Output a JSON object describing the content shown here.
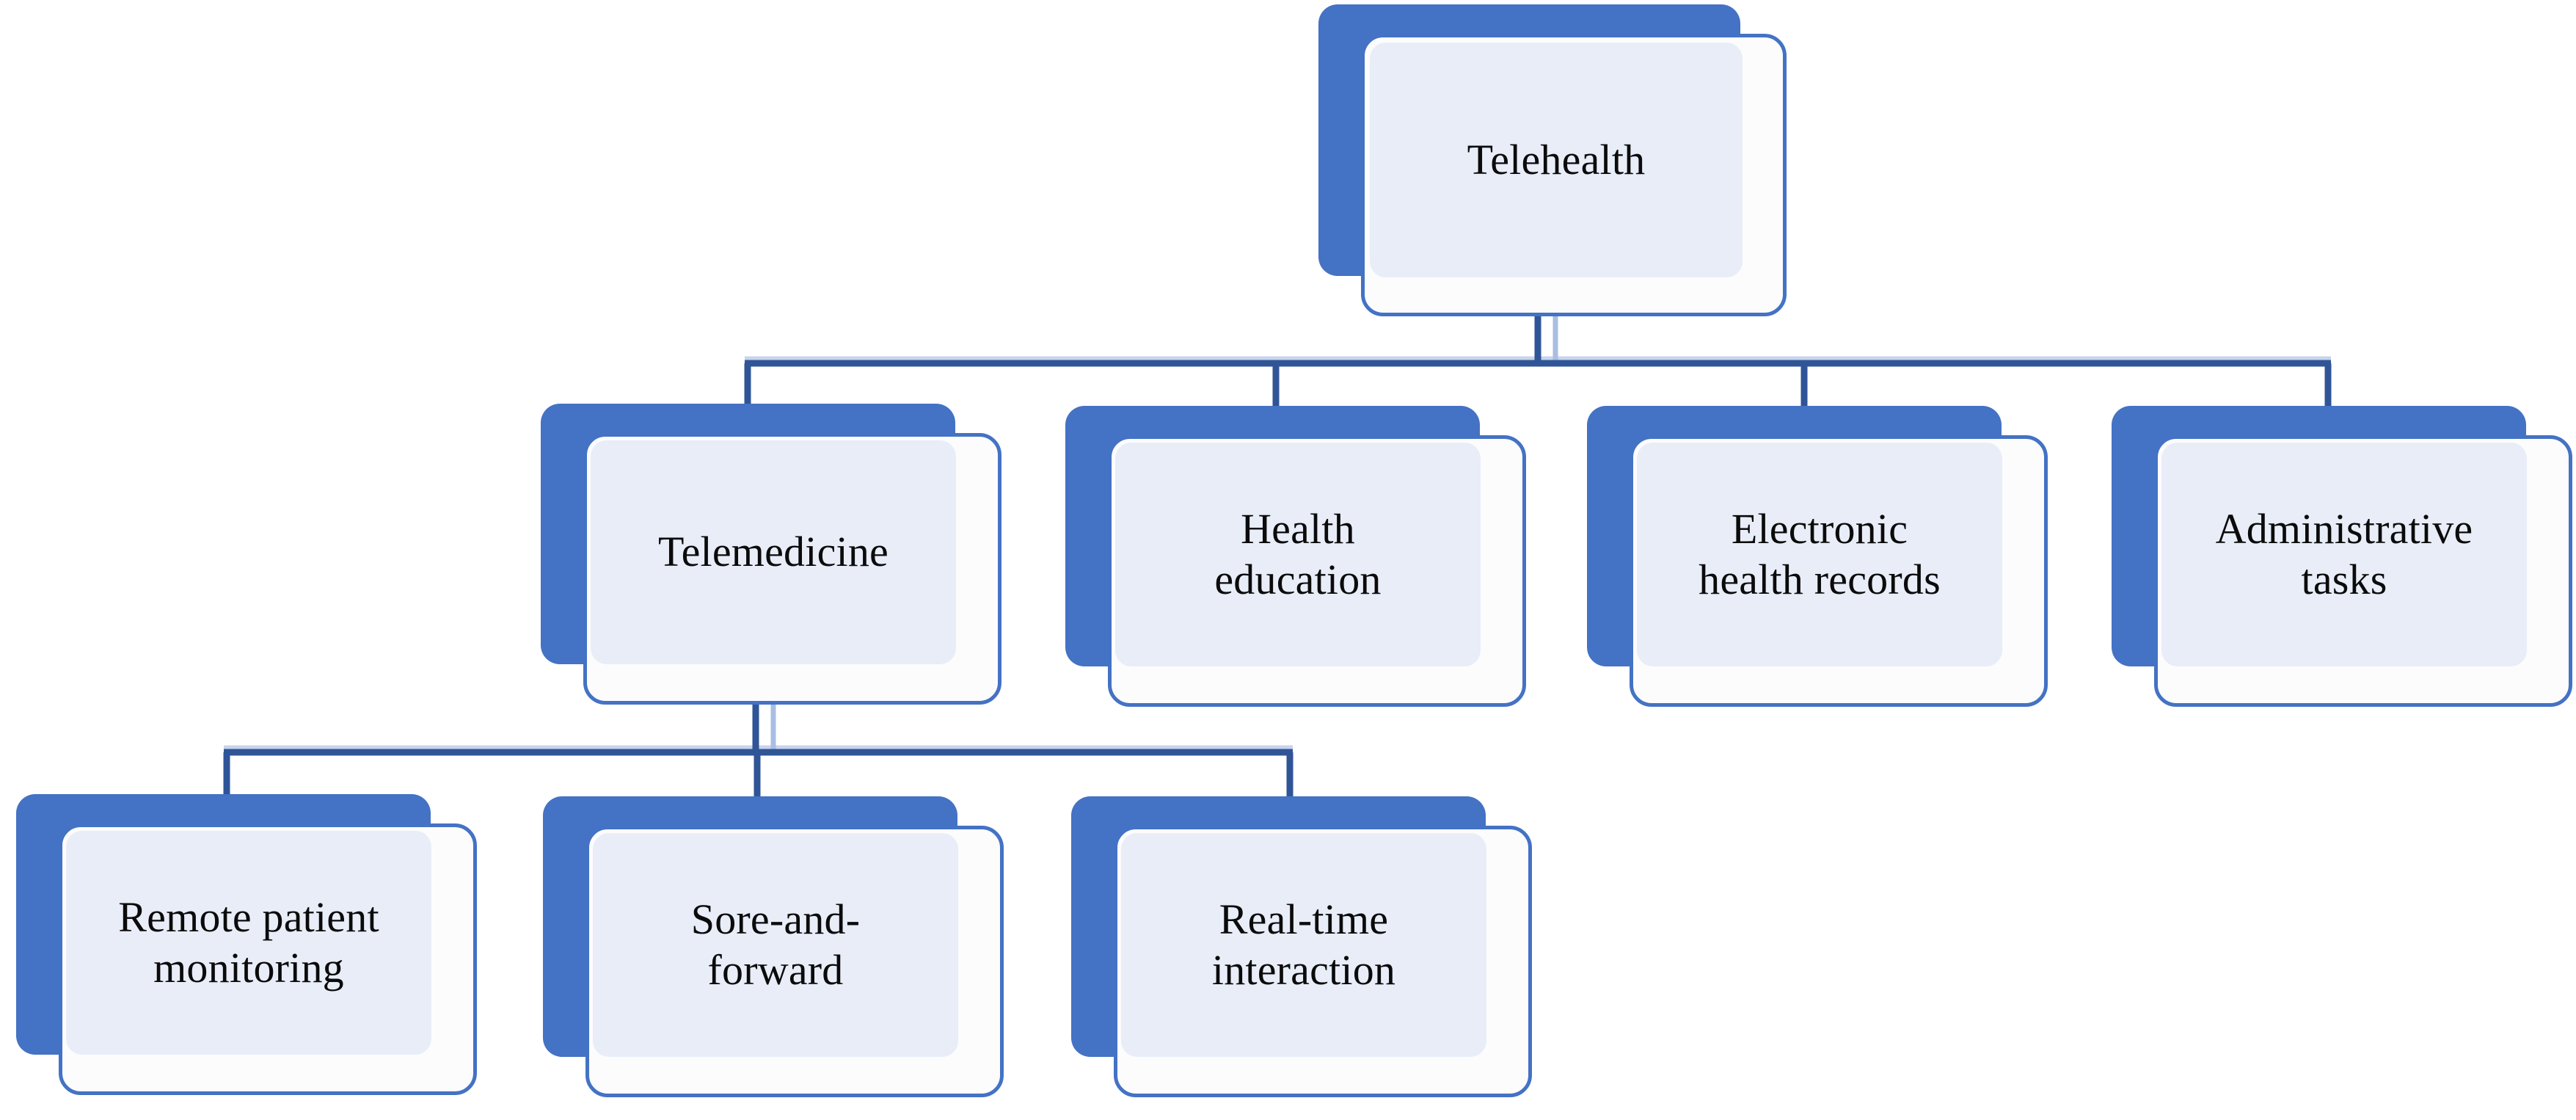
{
  "diagram": {
    "type": "hierarchy-org-chart",
    "title": "Telehealth",
    "colors": {
      "plate_blue": "#4472C4",
      "card_border": "#4472C4",
      "card_fill": "#FCFCFD",
      "panel_fill": "#E8EDF8",
      "connector": "#2F5597",
      "connector_highlight": "#8FA9D8",
      "text": "#0B0B0B",
      "background": "#FFFFFF"
    },
    "levels": 3,
    "nodes": [
      {
        "id": "telehealth",
        "label": "Telehealth",
        "level": 0,
        "parent": null,
        "children": [
          "telemedicine",
          "health-education",
          "electronic-health-records",
          "administrative-tasks"
        ]
      },
      {
        "id": "telemedicine",
        "label": "Telemedicine",
        "level": 1,
        "parent": "telehealth",
        "children": [
          "remote-patient-monitoring",
          "sore-and-forward",
          "real-time-interaction"
        ]
      },
      {
        "id": "health-education",
        "label": "Health\neducation",
        "level": 1,
        "parent": "telehealth",
        "children": []
      },
      {
        "id": "electronic-health-records",
        "label": "Electronic\nhealth records",
        "level": 1,
        "parent": "telehealth",
        "children": []
      },
      {
        "id": "administrative-tasks",
        "label": "Administrative\ntasks",
        "level": 1,
        "parent": "telehealth",
        "children": []
      },
      {
        "id": "remote-patient-monitoring",
        "label": "Remote patient\nmonitoring",
        "level": 2,
        "parent": "telemedicine",
        "children": []
      },
      {
        "id": "sore-and-forward",
        "label": "Sore-and-\nforward",
        "level": 2,
        "parent": "telemedicine",
        "children": []
      },
      {
        "id": "real-time-interaction",
        "label": "Real-time\ninteraction",
        "level": 2,
        "parent": "telemedicine",
        "children": []
      }
    ]
  }
}
